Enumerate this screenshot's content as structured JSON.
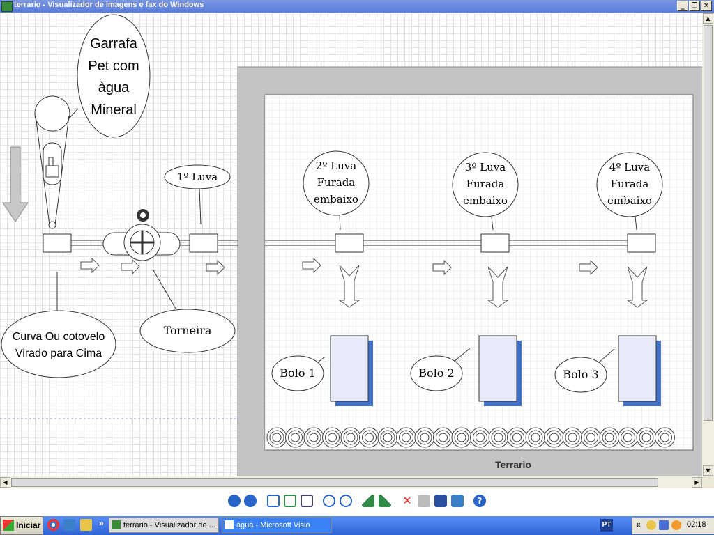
{
  "window": {
    "title": "terrario - Visualizador de imagens e fax do Windows"
  },
  "diagram": {
    "bottle_label_lines": [
      "Garrafa",
      "Pet com",
      "àgua",
      "Mineral"
    ],
    "elbow_label_lines": [
      "Curva Ou cotovelo",
      "Virado para Cima"
    ],
    "tap_label": "Torneira",
    "luva1_label": "1º Luva",
    "luva2_label_lines": [
      "2º Luva",
      "Furada",
      "embaixo"
    ],
    "luva3_label_lines": [
      "3º Luva",
      "Furada",
      "embaixo"
    ],
    "luva4_label_lines": [
      "4º Luva",
      "Furada",
      "embaixo"
    ],
    "bolo1_label": "Bolo 1",
    "bolo2_label": "Bolo 2",
    "bolo3_label": "Bolo 3",
    "terrario_label": "Terrario"
  },
  "colors": {
    "box_fill": "#e8ecfa",
    "box_shadow": "#3f6fc6",
    "frame_gray": "#c4c4c4"
  },
  "toolbar": {
    "icons": [
      "previous-image-icon",
      "next-image-icon",
      "best-fit-icon",
      "actual-size-icon",
      "slideshow-icon",
      "zoom-in-icon",
      "zoom-out-icon",
      "rotate-clockwise-icon",
      "rotate-counterclockwise-icon",
      "delete-icon",
      "print-icon",
      "save-icon",
      "open-editor-icon",
      "help-icon"
    ]
  },
  "taskbar": {
    "start_label": "Iniciar",
    "tasks": [
      "terrario - Visualizador de ...",
      "água - Microsoft Visio"
    ],
    "overflow": "»",
    "language": "PT",
    "tray_chevron": "«",
    "clock": "02:18"
  }
}
